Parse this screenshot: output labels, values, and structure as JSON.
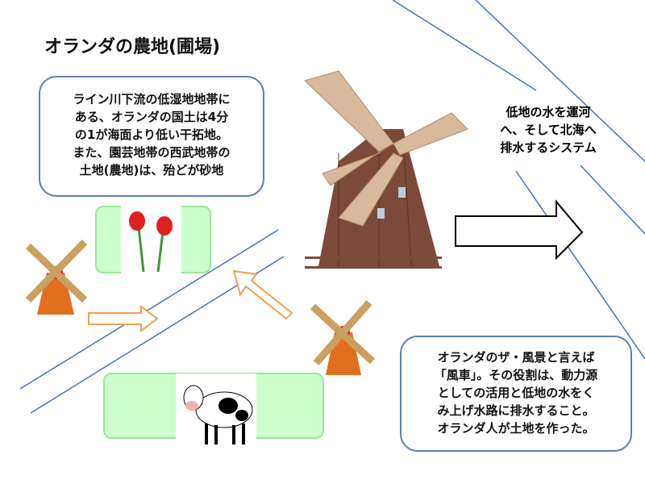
{
  "title": "オランダの農地(圃場)",
  "box1": {
    "lines": [
      "ライン川下流の低湿地地帯に",
      "ある、オランダの国土は4分",
      "の1が海面より低い干拓地。",
      "また、園芸地帯の西武地帯の",
      "土地(農地)は、殆どが砂地"
    ]
  },
  "note": {
    "lines": [
      "低地の水を運河",
      "へ、そして北海へ",
      "排水するシステム"
    ]
  },
  "box2": {
    "lines": [
      "オランダのザ・風景と言えば",
      "「風車」。その役割は、動力源",
      "としての活用と低地の水をく",
      "み上げ水路に排水すること。",
      "オランダ人が土地を作った。"
    ]
  },
  "colors": {
    "line": "#4472c4",
    "green": "#ccffcc",
    "windmill": "#7b4a3a"
  }
}
